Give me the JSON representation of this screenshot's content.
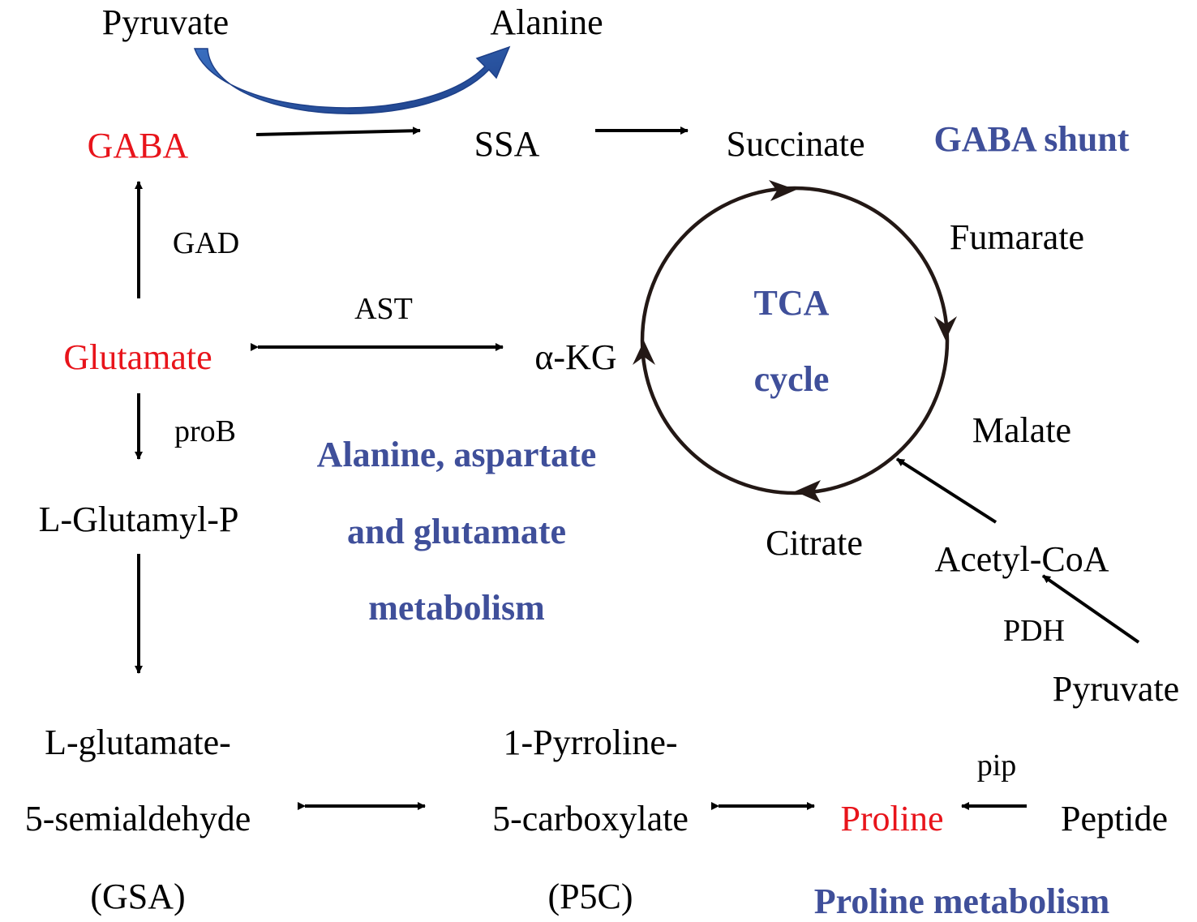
{
  "colors": {
    "highlight": "#e8141b",
    "pathway_label": "#3f4f9a",
    "arrow": "#000000",
    "cycle": "#231815",
    "curved_arrow": "#2e5caa"
  },
  "metabolites": {
    "pyruvate_top": "Pyruvate",
    "alanine": "Alanine",
    "gaba": "GABA",
    "ssa": "SSA",
    "succinate": "Succinate",
    "fumarate": "Fumarate",
    "malate": "Malate",
    "citrate": "Citrate",
    "acetyl_coa": "Acetyl-CoA",
    "pyruvate_right": "Pyruvate",
    "glutamate": "Glutamate",
    "akg": "α-KG",
    "l_glutamyl_p": "L-Glutamyl-P",
    "gsa": [
      "L-glutamate-",
      "5-semialdehyde",
      "(GSA)"
    ],
    "p5c": [
      "1-Pyrroline-",
      "5-carboxylate",
      "(P5C)"
    ],
    "proline": "Proline",
    "peptide": "Peptide"
  },
  "enzymes": {
    "gad": "GAD",
    "ast": "AST",
    "prob": "proB",
    "pdh": "PDH",
    "pip": "pip"
  },
  "pathways": {
    "gaba_shunt": "GABA shunt",
    "tca": [
      "TCA",
      "cycle"
    ],
    "ala_asp_glu": [
      "Alanine, aspartate",
      "and glutamate",
      "metabolism"
    ],
    "proline_metabolism": "Proline metabolism"
  }
}
